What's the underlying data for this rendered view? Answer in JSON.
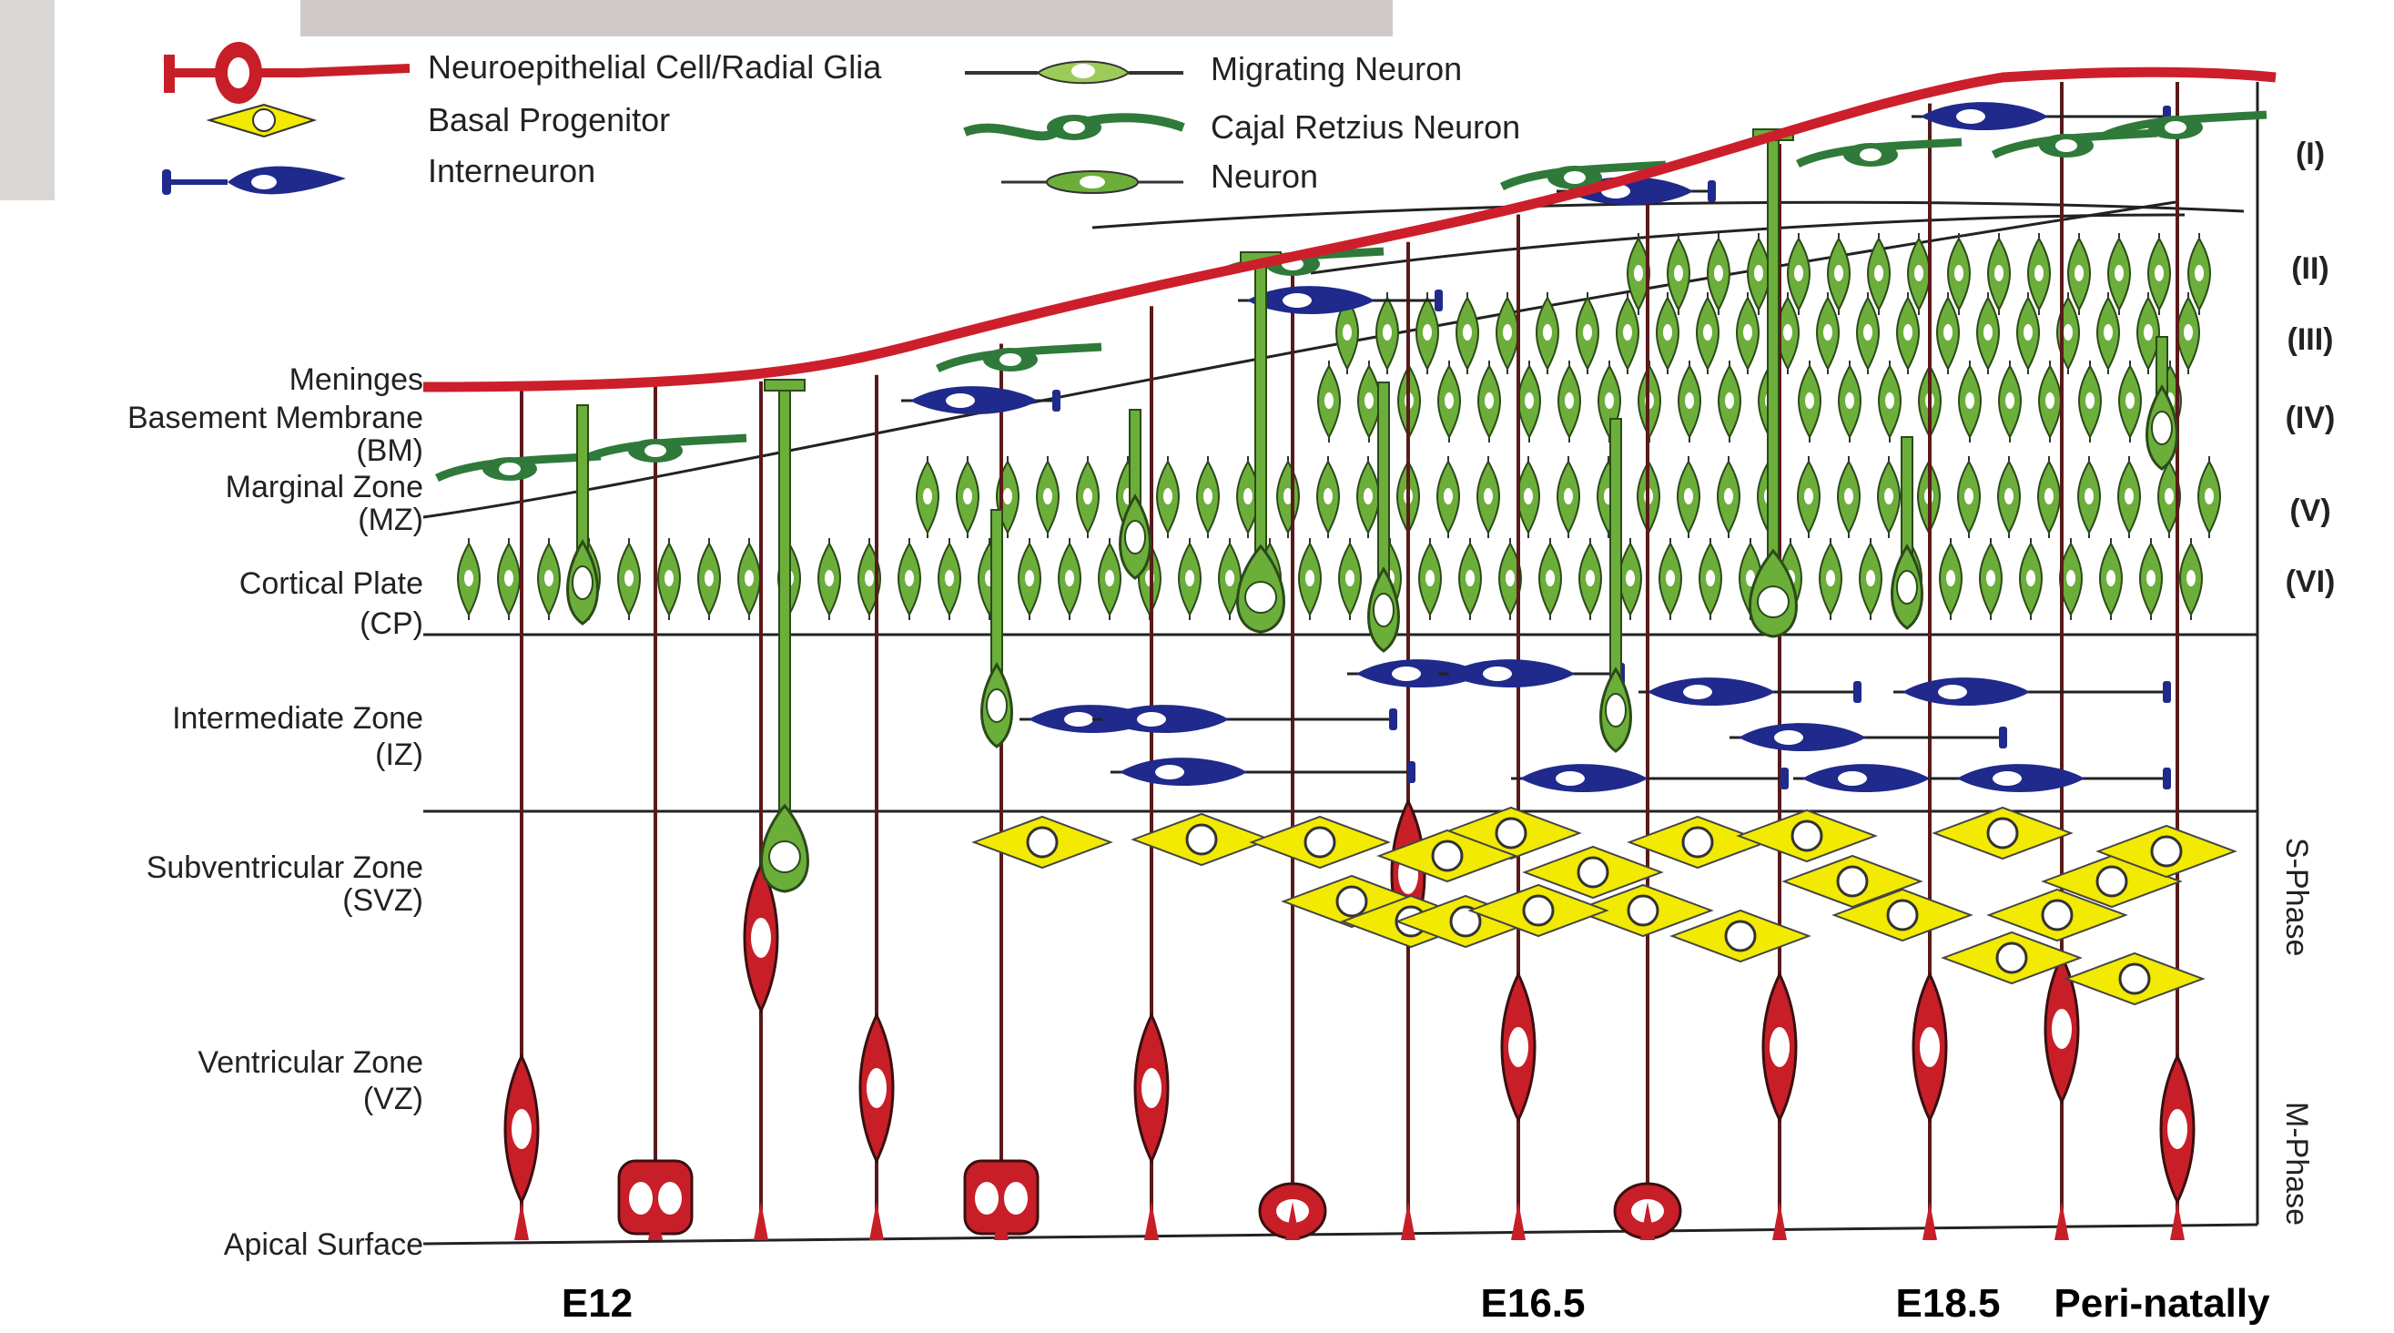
{
  "legend": {
    "radial_glia": "Neuroepithelial Cell/Radial Glia",
    "basal_progenitor": "Basal Progenitor",
    "interneuron": "Interneuron",
    "migrating_neuron": "Migrating Neuron",
    "cajal_retzius": "Cajal Retzius Neuron",
    "neuron": "Neuron"
  },
  "zones": {
    "meninges": "Meninges",
    "basement_membrane": "Basement Membrane",
    "bm_abbr": "(BM)",
    "marginal_zone": "Marginal Zone",
    "mz_abbr": "(MZ)",
    "cortical_plate": "Cortical Plate",
    "cp_abbr": "(CP)",
    "intermediate_zone": "Intermediate Zone",
    "iz_abbr": "(IZ)",
    "subventricular_zone": "Subventricular Zone",
    "svz_abbr": "(SVZ)",
    "ventricular_zone": "Ventricular Zone",
    "vz_abbr": "(VZ)",
    "apical_surface": "Apical Surface"
  },
  "layers": [
    "(I)",
    "(II)",
    "(III)",
    "(IV)",
    "(V)",
    "(VI)"
  ],
  "phases": {
    "s_phase": "S-Phase",
    "m_phase": "M-Phase"
  },
  "timepoints": {
    "e12": "E12",
    "e16_5": "E16.5",
    "e18_5": "E18.5",
    "perinatal": "Peri-natally"
  },
  "colors": {
    "meninges": "#cc1f2b",
    "radial_glia": "#c81e28",
    "basal_progenitor": "#f2ea00",
    "interneuron": "#1f2a8c",
    "neuron": "#6cae3a",
    "cajal_retzius": "#2f7a3a"
  }
}
